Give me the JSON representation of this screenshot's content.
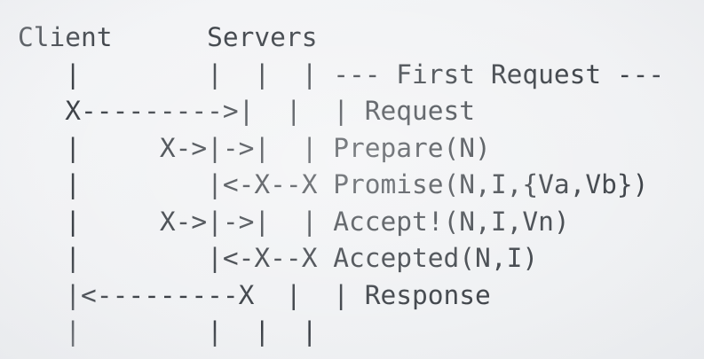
{
  "diagram": {
    "type": "ascii-sequence-diagram",
    "title_client": "Client",
    "title_servers": "Servers",
    "colors": {
      "background": "#f2f3f5",
      "text": "#3b4046"
    },
    "columns": {
      "client_label_col": 0,
      "servers_label_col": 12,
      "client_lifeline_col": 3,
      "server_lifeline_cols": [
        13,
        16,
        19
      ],
      "message_text_col": 22
    },
    "header_line": "Client      Servers",
    "lines": [
      "Client      Servers",
      "   |        |  |  | --- First Request ---",
      "   X--------->|  |  | Request",
      "   |     X->|->|  | Prepare(N)",
      "   |        |<-X--X Promise(N,I,{Va,Vb})",
      "   |     X->|->|  | Accept!(N,I,Vn)",
      "   |        |<-X--X Accepted(N,I)",
      "   |<---------X  |  | Response",
      "   |        |  |  |"
    ],
    "rows": [
      {
        "name": "header-row",
        "glyphs": "Client      Servers",
        "message": ""
      },
      {
        "name": "lifelines-row",
        "glyphs": "   |        |  |  | ",
        "message": "--- First Request ---"
      },
      {
        "name": "client-request-row",
        "glyphs": "   X--------->|  |  | ",
        "message": "Request"
      },
      {
        "name": "prepare-row",
        "glyphs": "   |     X->|->|  | ",
        "message": "Prepare(N)"
      },
      {
        "name": "promise-row",
        "glyphs": "   |        |<-X--X ",
        "message": "Promise(N,I,{Va,Vb})"
      },
      {
        "name": "accept-row",
        "glyphs": "   |     X->|->|  | ",
        "message": "Accept!(N,I,Vn)"
      },
      {
        "name": "accepted-row",
        "glyphs": "   |        |<-X--X ",
        "message": "Accepted(N,I)"
      },
      {
        "name": "client-response-row",
        "glyphs": "   |<---------X  |  | ",
        "message": "Response"
      },
      {
        "name": "footer-lifelines-row",
        "glyphs": "   |        |  |  | ",
        "message": ""
      }
    ],
    "messages": [
      "--- First Request ---",
      "Request",
      "Prepare(N)",
      "Promise(N,I,{Va,Vb})",
      "Accept!(N,I,Vn)",
      "Accepted(N,I)",
      "Response"
    ],
    "full_text": "Client      Servers\n   |        |  |  | --- First Request ---\n   X--------->|  |  | Request\n   |     X->|->|  | Prepare(N)\n   |        |<-X--X Promise(N,I,{Va,Vb})\n   |     X->|->|  | Accept!(N,I,Vn)\n   |        |<-X--X Accepted(N,I)\n   |<---------X  |  | Response\n   |        |  |  |"
  }
}
